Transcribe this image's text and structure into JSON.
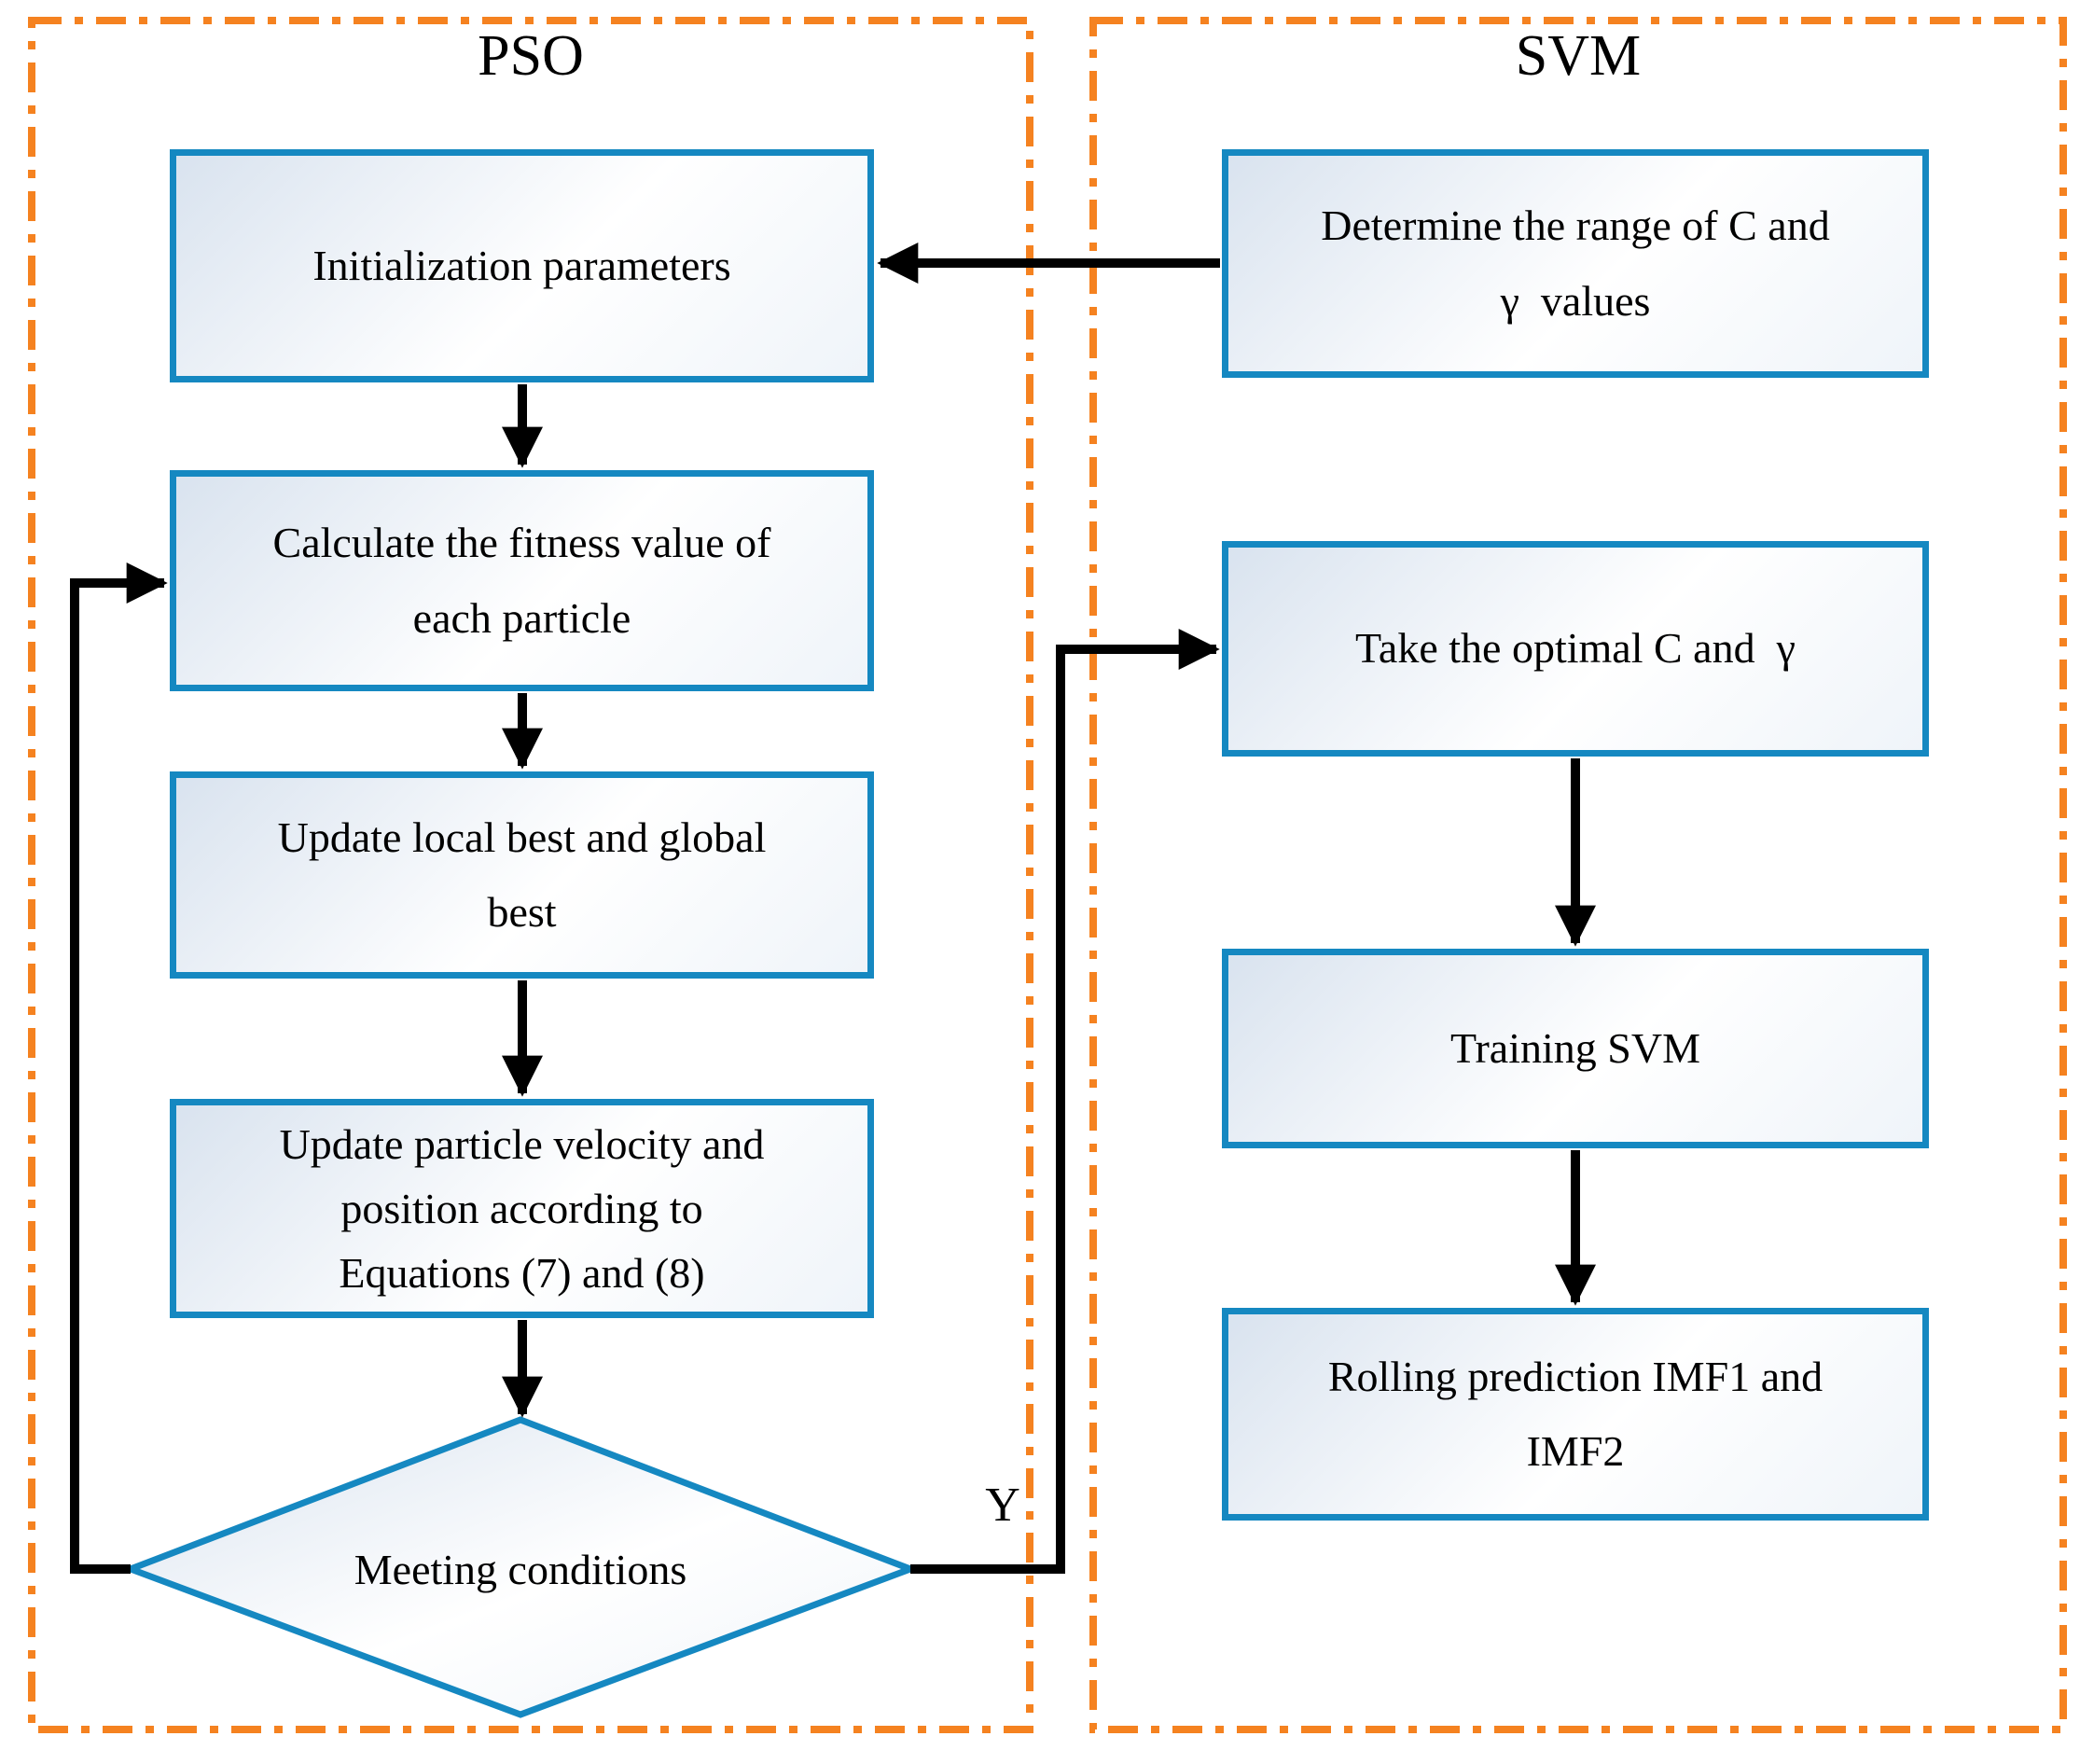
{
  "colors": {
    "panel_border": "#f58220",
    "box_border": "#1588c1",
    "box_fill_a": "#d9e3ef",
    "box_fill_b": "#ffffff",
    "box_fill_c": "#eff4f9",
    "arrow": "#000000",
    "text": "#000000"
  },
  "pso": {
    "title": "PSO",
    "nodes": {
      "init": {
        "label": "Initialization parameters"
      },
      "fitness": {
        "label": [
          "Calculate the fitness value of",
          "each particle"
        ]
      },
      "update_best": {
        "label": [
          "Update local best and global",
          "best"
        ]
      },
      "update_velocity": {
        "label": [
          "Update particle velocity and",
          "position according to",
          "Equations (7) and (8)"
        ]
      },
      "decision": {
        "label": "Meeting conditions"
      }
    },
    "branch_yes_label": "Y"
  },
  "svm": {
    "title": "SVM",
    "nodes": {
      "range": {
        "label": [
          "Determine the range of C and",
          "γ  values"
        ]
      },
      "optimal": {
        "label": "Take the optimal C and  γ"
      },
      "train": {
        "label": "Training SVM"
      },
      "rolling": {
        "label": [
          "Rolling prediction IMF1 and",
          "IMF2"
        ]
      }
    }
  }
}
